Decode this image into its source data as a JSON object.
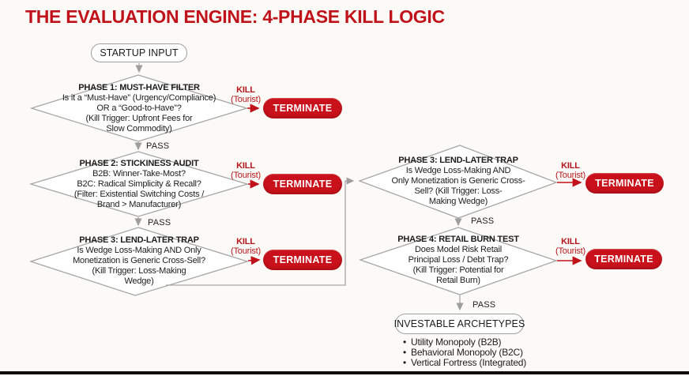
{
  "title": "THE EVALUATION ENGINE: 4-PHASE KILL LOGIC",
  "nodes": {
    "start": {
      "label": "STARTUP INPUT"
    },
    "result": {
      "label": "INVESTABLE ARCHETYPES",
      "bullets": [
        "Utility Monopoly (B2B)",
        "Behavioral Monopoly (B2C)",
        "Vertical Fortress (Integrated)"
      ]
    }
  },
  "labels": {
    "pass": "PASS",
    "kill": "KILL",
    "kill_sub": "(Tourist)",
    "terminate": "TERMINATE"
  },
  "phases": [
    {
      "title": "PHASE 1: MUST-HAVE FILTER",
      "body": "Is it a “Must-Have” (Urgency/Compliance)\nOR a “Good-to-Have”?\n(Kill Trigger: Upfront Fees for\nSlow Commodity)"
    },
    {
      "title": "PHASE 2: STICKINESS AUDIT",
      "body": "B2B: Winner-Take-Most?\nB2C: Radical Simplicity & Recall?\n(Filter: Existential Switching Costs /\nBrand > Manufacturer)"
    },
    {
      "title": "PHASE 3: LEND-LATER TRAP",
      "body": "Is Wedge Loss-Making AND Only\nMonetization is Generic Cross-Sell?\n(Kill Trigger: Loss-Making\nWedge)"
    },
    {
      "title": "PHASE 3: LEND-LATER TRAP",
      "body": "Is Wedge Loss-Making AND\nOnly Monetization is Generic Cross-\nSell? (Kill Trigger: Loss-\nMaking Wedge)"
    },
    {
      "title": "PHASE 4: RETAIL BURN TEST",
      "body": "Does Model Risk Retail\nPrincipal Loss / Debt Trap?\n(Kill Trigger: Potential for\nRetail Burn)"
    }
  ],
  "colors": {
    "accent_red": "#c0121a",
    "terminate_red": "#c8111a",
    "line_gray": "#a6a6a6"
  }
}
